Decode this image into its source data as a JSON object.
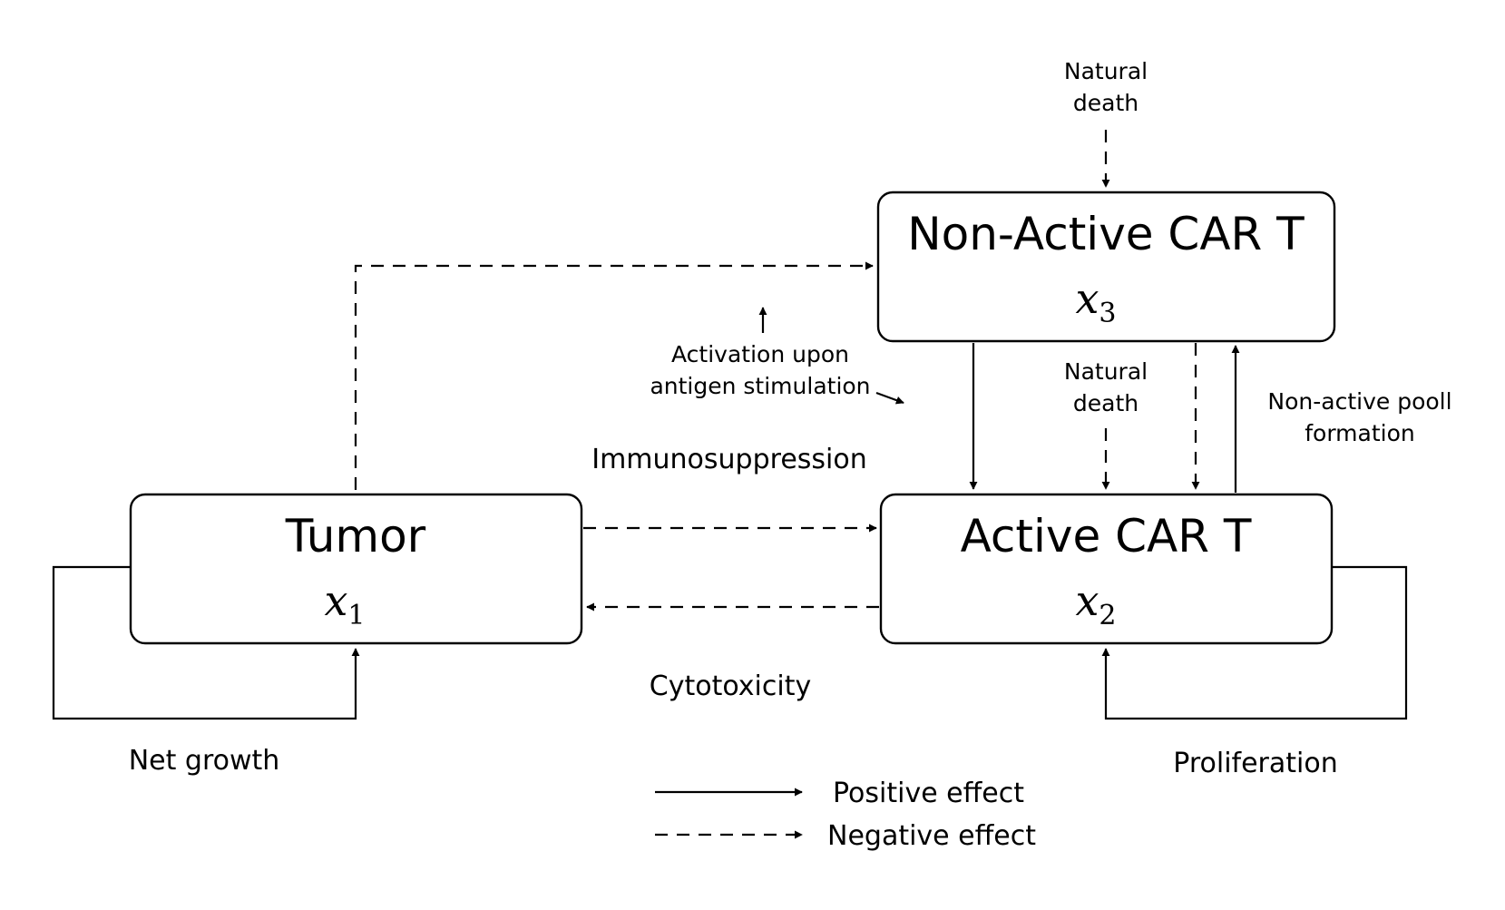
{
  "nodes": {
    "tumor": {
      "title": "Tumor",
      "var_letter": "x",
      "var_sub": "1"
    },
    "active": {
      "title": "Active CAR T",
      "var_letter": "x",
      "var_sub": "2"
    },
    "nonactive": {
      "title": "Non-Active CAR T",
      "var_letter": "x",
      "var_sub": "3"
    }
  },
  "labels": {
    "natural_death_top": [
      "Natural",
      "death"
    ],
    "natural_death_mid": [
      "Natural",
      "death"
    ],
    "activation": [
      "Activation upon",
      "antigen stimulation"
    ],
    "immunosuppression": "Immunosuppression",
    "cytotoxicity": "Cytotoxicity",
    "pool_formation": [
      "Non-active pooll",
      "formation"
    ],
    "net_growth": "Net growth",
    "proliferation": "Proliferation"
  },
  "legend": {
    "positive": "Positive effect",
    "negative": "Negative effect"
  }
}
